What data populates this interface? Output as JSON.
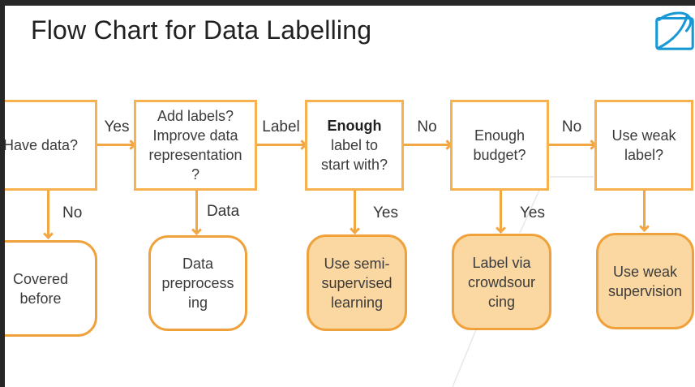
{
  "title": "Flow Chart for Data Labelling",
  "colors": {
    "frame_bar": "#272727",
    "decision_border": "#f8b14f",
    "outcome_border": "#efa23c",
    "outcome_fill": "#fbd7a1",
    "arrow": "#f2a644",
    "logo_blue": "#1899d6",
    "text": "#3b3b3b"
  },
  "logo": {
    "icon": "page-flip-logo"
  },
  "nodes": {
    "decisions": [
      {
        "text": "Have data?"
      },
      {
        "text": "Add labels?\nImprove data\nrepresentation\n?"
      },
      {
        "bold": "Enough",
        "text": "label to\nstart with?"
      },
      {
        "text": "Enough\nbudget?"
      },
      {
        "text": "Use weak\nlabel?"
      }
    ],
    "outcomes": [
      {
        "text": "Covered\nbefore",
        "filled": false
      },
      {
        "text": "Data\npreprocess\ning",
        "filled": false
      },
      {
        "text": "Use semi-\nsupervised\nlearning",
        "filled": true
      },
      {
        "text": "Label via\ncrowdsour\ncing",
        "filled": true
      },
      {
        "text": "Use weak\nsupervision",
        "filled": true
      }
    ]
  },
  "edges": {
    "horizontal": [
      {
        "label": "Yes"
      },
      {
        "label": "Label"
      },
      {
        "label": "No"
      },
      {
        "label": "No"
      }
    ],
    "vertical": [
      {
        "label": "No"
      },
      {
        "label": "Data"
      },
      {
        "label": "Yes"
      },
      {
        "label": "Yes"
      },
      {
        "label": ""
      }
    ]
  }
}
